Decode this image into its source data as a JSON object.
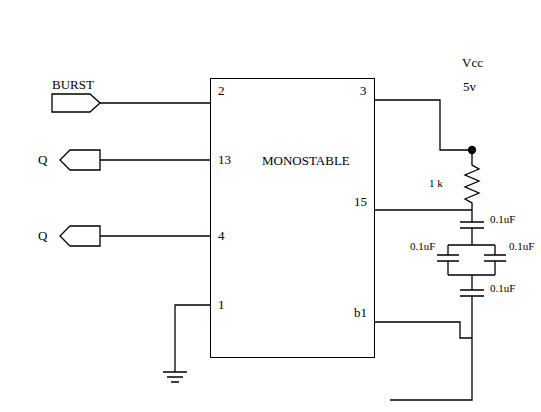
{
  "diagram": {
    "nodes": [
      {
        "text": [
          "MONOSTABLE"
        ]
      }
    ],
    "edges": [],
    "labels": [
      "Vcc",
      "5v",
      "BURST",
      "Q",
      "Q",
      "2",
      "3",
      "13",
      "15",
      "4",
      "1",
      "b1",
      "1 k",
      "0.1uF",
      "0.1uF",
      "0.1uF",
      "0.1uF"
    ]
  }
}
